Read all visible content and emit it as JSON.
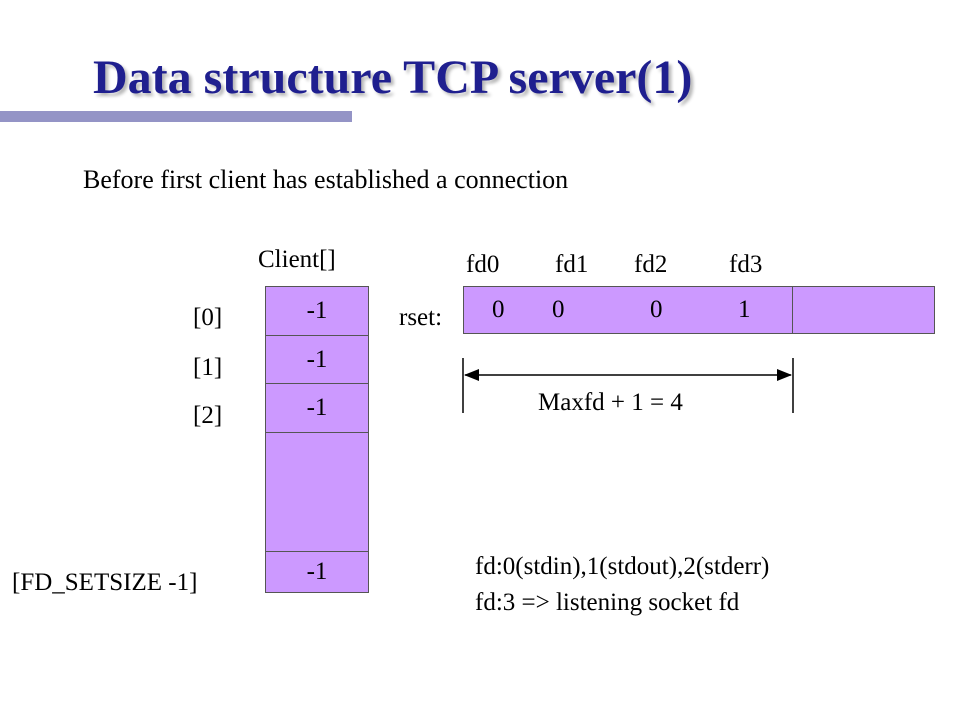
{
  "title": "Data structure TCP server(1)",
  "subtitle": "Before first client has established a connection",
  "client": {
    "label": "Client[]",
    "indices": [
      "[0]",
      "[1]",
      "[2]",
      "[FD_SETSIZE -1]"
    ],
    "values": [
      "-1",
      "-1",
      "-1",
      "",
      "-1"
    ]
  },
  "rset": {
    "label": "rset:",
    "fd_labels": [
      "fd0",
      "fd1",
      "fd2",
      "fd3"
    ],
    "bits": [
      "0",
      "0",
      "0",
      "1"
    ]
  },
  "maxfd_label": "Maxfd + 1 = 4",
  "notes": [
    "fd:0(stdin),1(stdout),2(stderr)",
    "fd:3 => listening socket fd"
  ],
  "colors": {
    "title": "#1f1f8f",
    "cell_fill": "#cc99ff",
    "accent_bar": "#9494c6"
  }
}
